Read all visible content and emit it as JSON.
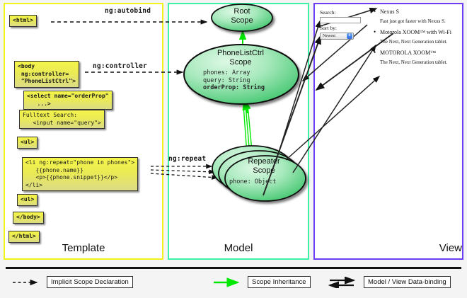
{
  "diagram": {
    "title": "AngularJS Template / Model / View data-binding overview",
    "columns": [
      {
        "id": "template",
        "label": "Template",
        "border_color": "#f2f21c"
      },
      {
        "id": "model",
        "label": "Model",
        "border_color": "#3df2a7"
      },
      {
        "id": "view",
        "label": "View",
        "border_color": "#6c3df2"
      }
    ]
  },
  "template": {
    "boxes": [
      {
        "id": "html-open",
        "text": "<html>"
      },
      {
        "id": "body-open",
        "text": "<body\n ng:controller=\n \"PhoneListCtrl\">"
      },
      {
        "id": "select",
        "text": "<select name=\"orderProp\"\n   ...>"
      },
      {
        "id": "search",
        "text": "Fulltext Search:\n   <input name=\"query\">"
      },
      {
        "id": "ul-open",
        "text": "<ul>"
      },
      {
        "id": "li-repeat",
        "text": "<li ng:repeat=\"phone in phones\">\n   {{phone.name}}\n   <p>{{phone.snippet}}</p>\n</li>"
      },
      {
        "id": "ul-close",
        "text": "<ul>"
      },
      {
        "id": "body-close",
        "text": "</body>"
      },
      {
        "id": "html-close",
        "text": "</html>"
      }
    ]
  },
  "wire_labels": {
    "autobind": "ng:autobind",
    "controller": "ng:controller",
    "repeat": "ng:repeat"
  },
  "model": {
    "scopes": [
      {
        "id": "root",
        "title": "Root\nScope",
        "title_line1": "Root",
        "title_line2": "Scope",
        "props": []
      },
      {
        "id": "phonelist",
        "title": "PhoneListCtrl\nScope",
        "title_line1": "PhoneListCtrl",
        "title_line2": "Scope",
        "props": [
          {
            "text": "phones: Array",
            "bold": false
          },
          {
            "text": "query: String",
            "bold": false
          },
          {
            "text": "orderProp: String",
            "bold": true
          }
        ]
      },
      {
        "id": "repeater",
        "title": "Repeater\nScope",
        "title_line1": "Repeater",
        "title_line2": "Scope",
        "props": [
          {
            "text": "phone: Object",
            "bold": false
          }
        ]
      }
    ],
    "scope_fill_from": "#b8f0c9",
    "scope_fill_to": "#3cc46a"
  },
  "view": {
    "search_label": "Search:",
    "search_value": "",
    "search_placeholder": "",
    "sort_label": "Sort by:",
    "sort_selected": "Newest",
    "sort_options": [
      "Newest"
    ],
    "phones": [
      {
        "name": "Nexus S",
        "snippet": "Fast just got faster with Nexus S."
      },
      {
        "name": "Motorola XOOM™ with Wi-Fi",
        "snippet": "The Next, Next Generation tablet."
      },
      {
        "name": "MOTOROLA XOOM™",
        "snippet": "The Next, Next Generation tablet."
      }
    ]
  },
  "legend": {
    "items": [
      {
        "id": "implicit",
        "label": "Implicit Scope Declaration",
        "style": "dashed-arrow",
        "color": "#111111"
      },
      {
        "id": "inherit",
        "label": "Scope Inheritance",
        "style": "solid-arrow",
        "color": "#00e800"
      },
      {
        "id": "binding",
        "label": "Model / View Data-binding",
        "style": "double-arrow",
        "color": "#111111"
      }
    ]
  }
}
